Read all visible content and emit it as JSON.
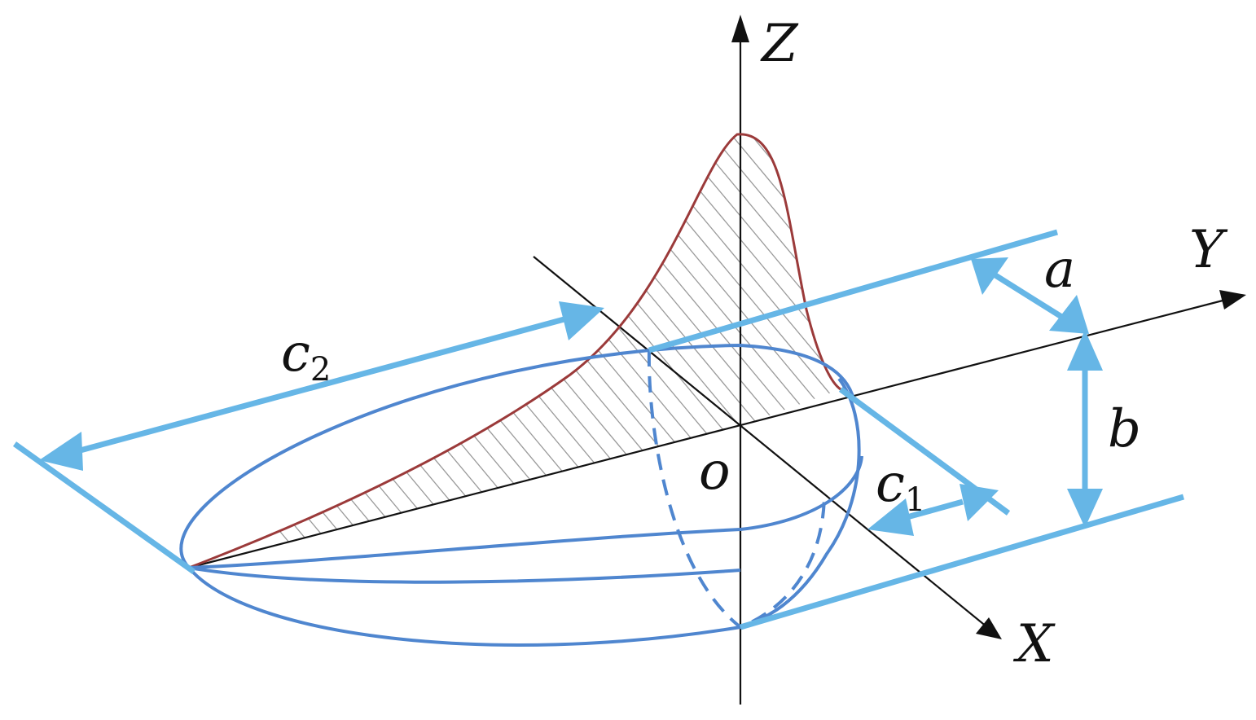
{
  "labels": {
    "z_axis": "Z",
    "y_axis": "Y",
    "x_axis": "X",
    "origin": "o",
    "dim_a": "a",
    "dim_b": "b",
    "dim_c1_base": "c",
    "dim_c1_sub": "1",
    "dim_c2_base": "c",
    "dim_c2_sub": "2"
  },
  "colors": {
    "axis": "#111111",
    "ellipsoid": "#4f86cf",
    "dimension": "#66b6e6",
    "heat_curve": "#9b3a3a",
    "hatch": "#9a9a9a"
  }
}
